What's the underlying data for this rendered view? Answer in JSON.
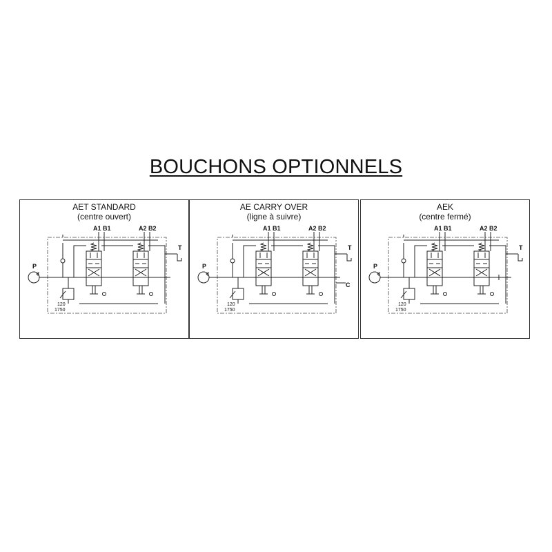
{
  "page_title": "BOUCHONS OPTIONNELS",
  "panels": [
    {
      "title": "AET STANDARD",
      "subtitle": "(centre ouvert)",
      "ports": {
        "p": "P",
        "t": "T",
        "c": "",
        "a1b1": "A1 B1",
        "a2b2": "A2 B2"
      },
      "relief": {
        "low": "120",
        "high": "1750"
      },
      "variant": "open"
    },
    {
      "title": "AE CARRY OVER",
      "subtitle": "(ligne à suivre)",
      "ports": {
        "p": "P",
        "t": "T",
        "c": "C",
        "a1b1": "A1 B1",
        "a2b2": "A2 B2"
      },
      "relief": {
        "low": "120",
        "high": "1750"
      },
      "variant": "carry"
    },
    {
      "title": "AEK",
      "subtitle": "(centre fermé)",
      "ports": {
        "p": "P",
        "t": "T",
        "c": "",
        "a1b1": "A1 B1",
        "a2b2": "A2 B2"
      },
      "relief": {
        "low": "120",
        "high": "1750"
      },
      "variant": "closed"
    }
  ],
  "colors": {
    "line": "#222222",
    "border": "#333333",
    "background": "#ffffff"
  }
}
